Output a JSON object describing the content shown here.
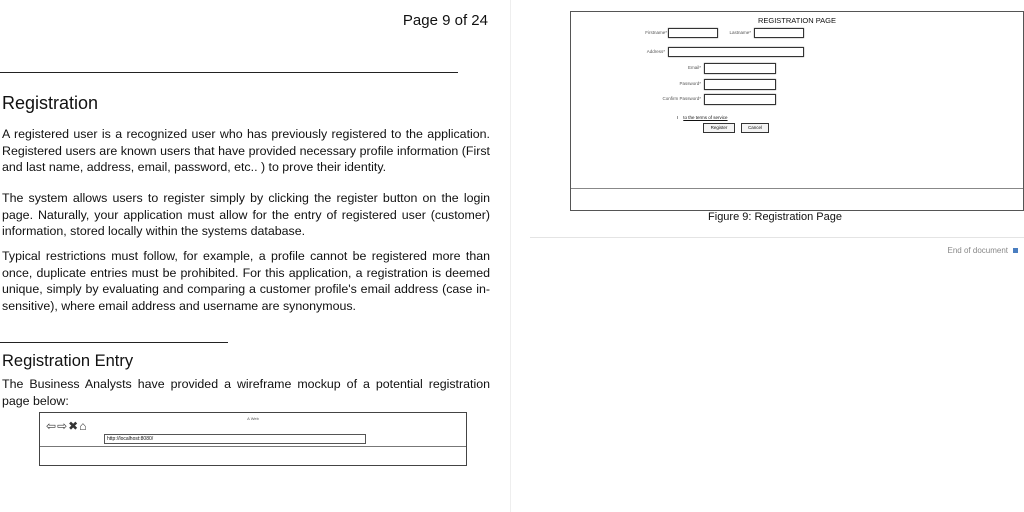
{
  "page_number": "Page 9 of 24",
  "registration": {
    "heading": "Registration",
    "paragraphs": [
      "A registered user is a recognized user who has previously registered to the application. Registered users are known users that have provided necessary profile information (First and last name, address, email, password, etc.. ) to prove their identity.",
      "The system allows users to register simply by clicking the register button on the login page. Naturally, your application must allow for the entry of registered user (customer) information, stored locally within the systems database.",
      "Typical restrictions must follow, for example, a profile cannot be registered more than once, duplicate entries must be prohibited. For this application, a registration is deemed unique, simply by evaluating and comparing a customer profile's email address (case in-sensitive), where email address and username are synonymous."
    ]
  },
  "entry": {
    "heading": "Registration Entry",
    "text": "The Business Analysts have provided a wireframe mockup of a potential registration page below:"
  },
  "browser_mock": {
    "title": "A Web",
    "url": "http://localhost:8080/"
  },
  "mockup": {
    "title": "REGISTRATION PAGE",
    "firstname": "Firstname*",
    "lastname": "Lastname*",
    "address": "Address*",
    "email": "Email*",
    "password": "Password*",
    "confirm": "Confirm Password*",
    "terms": "to the terms of service",
    "terms_prefix": "I",
    "register": "Register",
    "cancel": "Cancel"
  },
  "caption": "Figure 9: Registration Page",
  "end": "End of document"
}
